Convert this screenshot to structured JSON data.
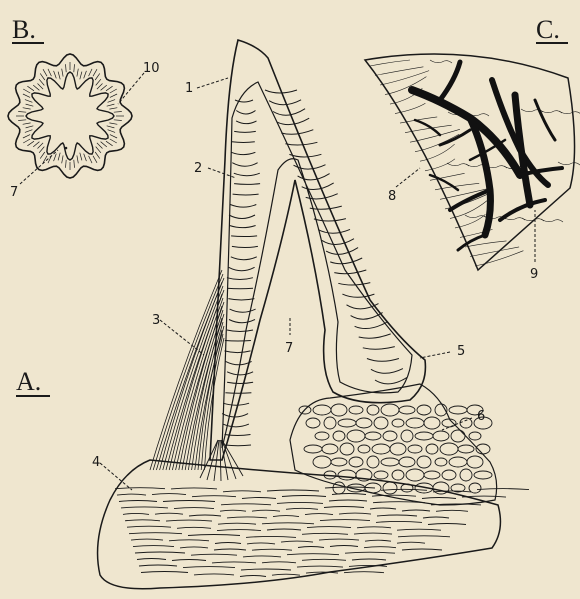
{
  "panels": {
    "a": "A.",
    "b": "B.",
    "c": "C."
  },
  "labels": {
    "l1": "1",
    "l2": "2",
    "l3": "3",
    "l4": "4",
    "l5": "5",
    "l6": "6",
    "l7a": "7",
    "l7b": "7",
    "l8": "8",
    "l9": "9",
    "l10": "10"
  },
  "colors": {
    "paper": "#efe6cf",
    "ink": "#1a1a1a"
  }
}
